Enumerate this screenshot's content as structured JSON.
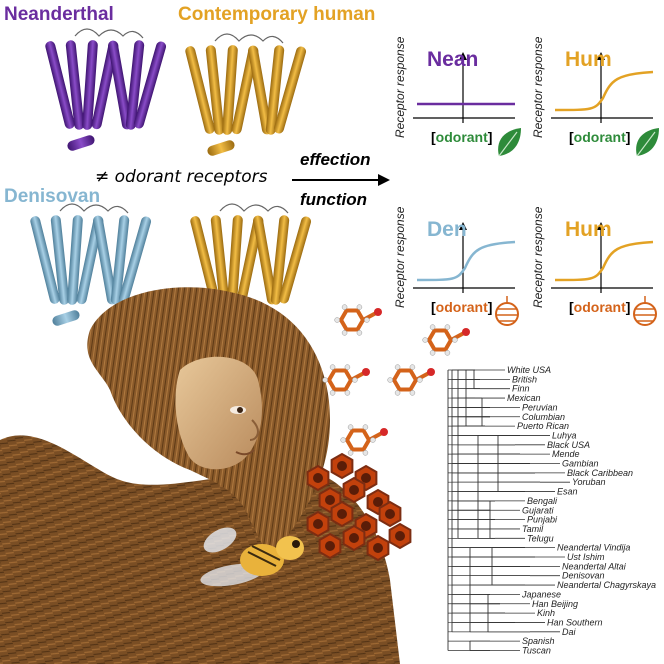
{
  "labels": {
    "neanderthal": "Neanderthal",
    "contemporary_human": "Contemporary human",
    "denisovan": "Denisovan",
    "odorant_receptors": "≠ odorant receptors",
    "effection": "effection",
    "function": "function"
  },
  "colors": {
    "neanderthal": "#6a2d9f",
    "human": "#e3a224",
    "denisovan": "#86b6d1",
    "odorant_green": "#2e8b3a",
    "odorant_orange": "#d4631a",
    "hair": "#8a5a2a"
  },
  "plots": [
    {
      "title": "Nean",
      "ylabel": "Receptor response",
      "odorant": "odorant",
      "curve": "flat",
      "color_key": "neanderthal",
      "odor_color_key": "odorant_green",
      "icon": "leaf-icon"
    },
    {
      "title": "Hum",
      "ylabel": "Receptor response",
      "odorant": "odorant",
      "curve": "sigmoid",
      "color_key": "human",
      "odor_color_key": "odorant_green",
      "icon": "leaf-icon"
    },
    {
      "title": "Den",
      "ylabel": "Receptor response",
      "odorant": "odorant",
      "curve": "sigmoid",
      "color_key": "denisovan",
      "odor_color_key": "odorant_orange",
      "icon": "beehive-icon"
    },
    {
      "title": "Hum",
      "ylabel": "Receptor response",
      "odorant": "odorant",
      "curve": "sigmoid",
      "color_key": "human",
      "odor_color_key": "odorant_orange",
      "icon": "beehive-icon"
    }
  ],
  "tree_leaves": [
    "White USA",
    "British",
    "Finn",
    "Mexican",
    "Peruvian",
    "Columbian",
    "Puerto Rican",
    "Luhya",
    "Black USA",
    "Mende",
    "Gambian",
    "Black Caribbean",
    "Yoruban",
    "Esan",
    "Bengali",
    "Gujarati",
    "Punjabi",
    "Tamil",
    "Telugu",
    "Neandertal Vindija",
    "Ust Ishim",
    "Neandertal Altai",
    "Denisovan",
    "Neandertal Chagyrskaya",
    "Japanese",
    "Han Beijing",
    "Kinh",
    "Han Southern",
    "Dai",
    "Spanish",
    "Tuscan"
  ]
}
